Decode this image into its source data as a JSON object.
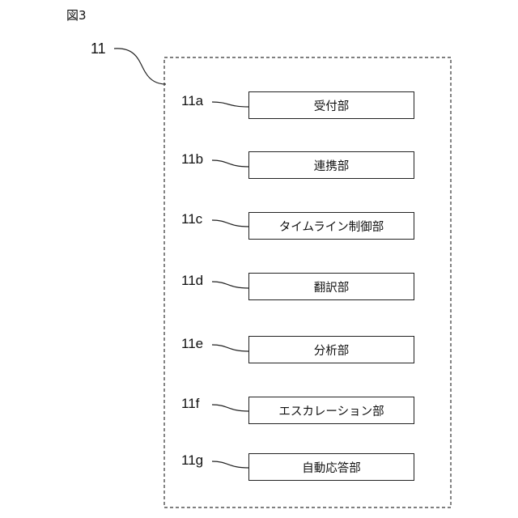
{
  "figure_label": "図3",
  "container": {
    "ref": "11"
  },
  "units": [
    {
      "ref": "11a",
      "label": "受付部"
    },
    {
      "ref": "11b",
      "label": "連携部"
    },
    {
      "ref": "11c",
      "label": "タイムライン制御部"
    },
    {
      "ref": "11d",
      "label": "翻訳部"
    },
    {
      "ref": "11e",
      "label": "分析部"
    },
    {
      "ref": "11f",
      "label": "エスカレーション部"
    },
    {
      "ref": "11g",
      "label": "自動応答部"
    }
  ]
}
